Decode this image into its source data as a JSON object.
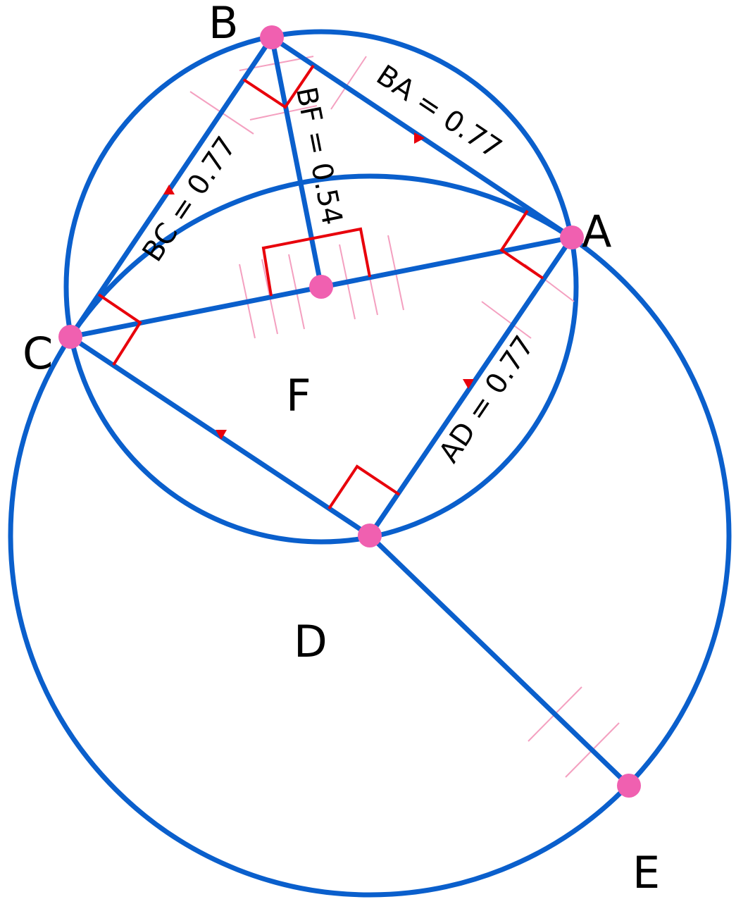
{
  "diagram": {
    "points": {
      "A": "A",
      "B": "B",
      "C": "C",
      "D": "D",
      "E": "E",
      "F": "F"
    },
    "measurements": {
      "BA": "BA = 0.77",
      "BC": "BC = 0.77",
      "BF": "BF = 0.54",
      "AD": "AD = 0.77"
    },
    "colors": {
      "line": "#0a5fcc",
      "point": "#f060b0",
      "right_angle": "#e8000b",
      "tick": "#f4a0c0",
      "arrow": "#e8000b",
      "text": "#000000"
    }
  }
}
